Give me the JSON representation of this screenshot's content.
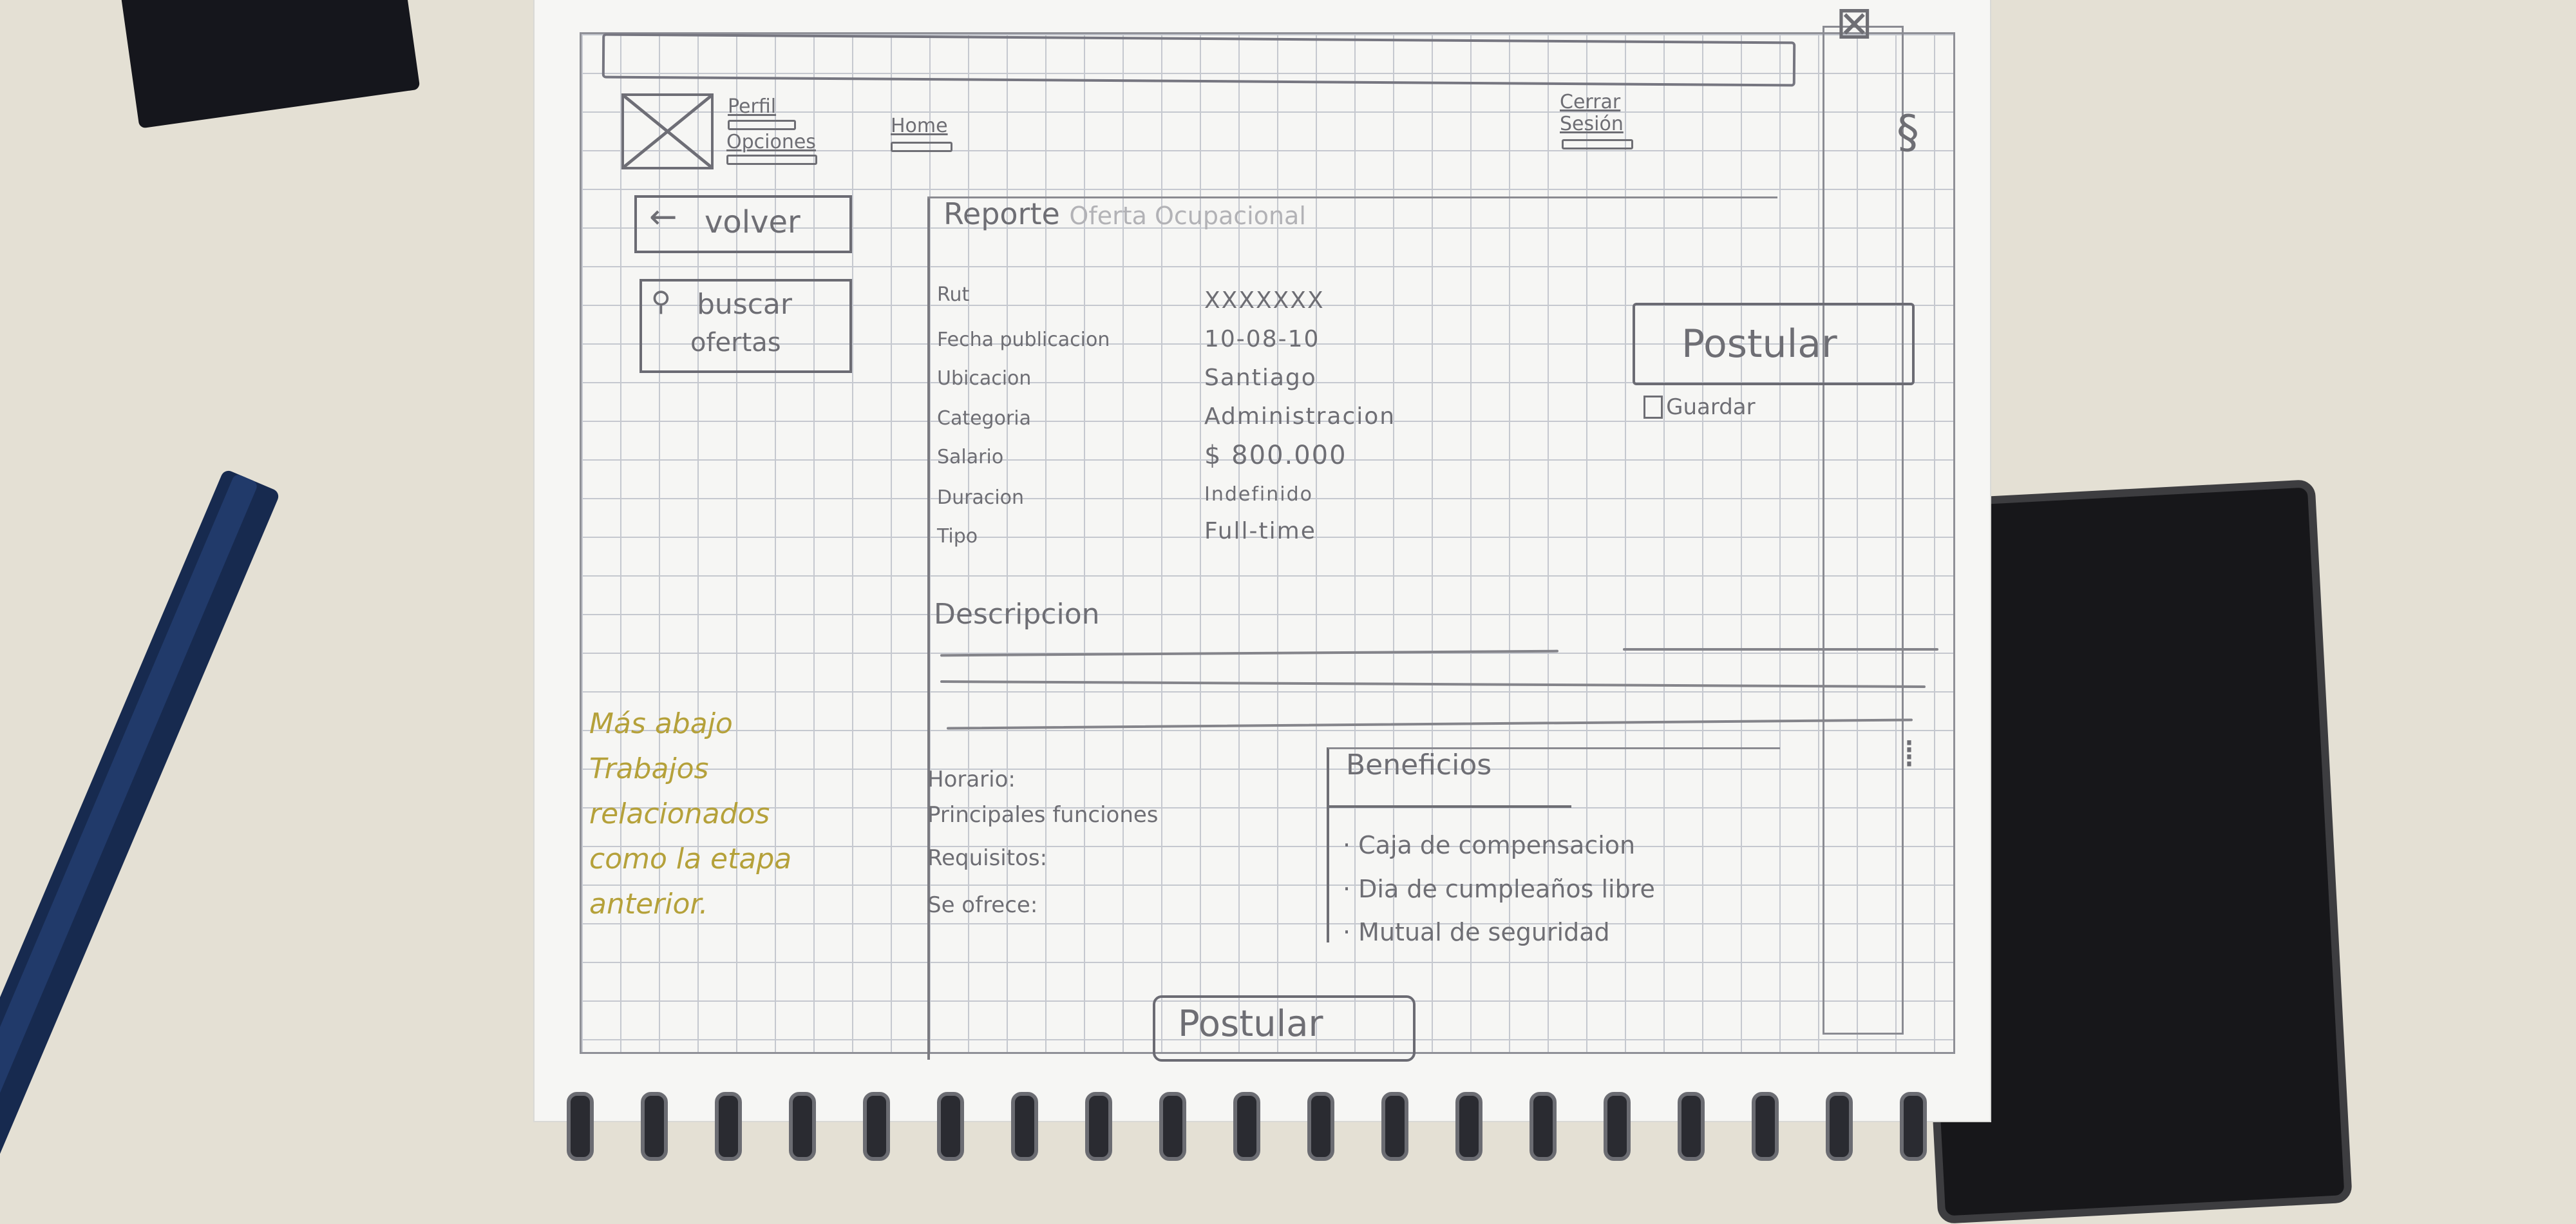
{
  "header": {
    "profile_label": "Perfil",
    "options_label": "Opciones",
    "home_label": "Home",
    "logout_label": "Cerrar Sesión"
  },
  "sidebar": {
    "back_label": "volver",
    "search_label": "buscar",
    "search_sub": "ofertas"
  },
  "report": {
    "title": "Reporte",
    "title_faint": "Oferta Ocupacional",
    "fields": [
      {
        "label": "Rut",
        "value": "XXXXXXX"
      },
      {
        "label": "Fecha publicacion",
        "value": "10-08-10"
      },
      {
        "label": "Ubicacion",
        "value": "Santiago"
      },
      {
        "label": "Categoria",
        "value": "Administracion"
      },
      {
        "label": "Salario",
        "value": "$ 800.000"
      },
      {
        "label": "Duracion",
        "value": "Indefinido"
      },
      {
        "label": "Tipo",
        "value": "Full-time"
      }
    ],
    "description_label": "Descripcion",
    "details": [
      "Horario:",
      "Principales funciones",
      "Requisitos:",
      "Se ofrece:"
    ]
  },
  "actions": {
    "apply_label": "Postular",
    "save_label": "Guardar",
    "apply_bottom_label": "Postular"
  },
  "benefits": {
    "title": "Beneficios",
    "items": [
      "Caja de compensacion",
      "Dia de cumpleaños libre",
      "Mutual de seguridad"
    ]
  },
  "note": {
    "lines": [
      "Más abajo",
      "Trabajos",
      "relacionados",
      "como la etapa",
      "anterior."
    ]
  },
  "colors": {
    "pencil": "#6e6e74",
    "note_ink": "#b5a13a",
    "grid_line": "#c5c8cf"
  }
}
